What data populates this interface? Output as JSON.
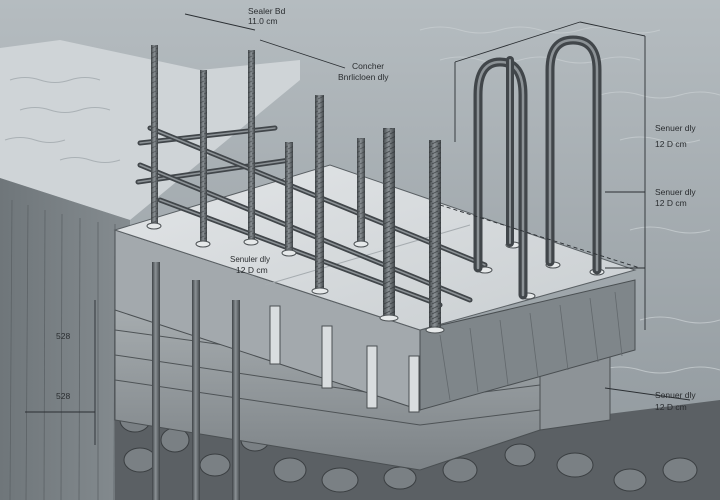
{
  "labels": {
    "top_label_1": "Sealer Bd",
    "top_label_1_value": "11.0 cm",
    "top_label_2": "Concher",
    "top_label_2_value": "Bnrlicloen dly",
    "right_label_1": "Senuer dly",
    "right_label_1_value": "12 D cm",
    "right_label_2": "Senuer dly",
    "right_label_2_value": "12 D cm",
    "slab_label": "Senuler dly",
    "slab_label_value": "12 D cm",
    "left_dim_1": "528",
    "left_dim_2": "528",
    "bottom_right_label": "Senuer dly",
    "bottom_right_label_value": "12 D cm"
  },
  "colors": {
    "background": "#9aa3a8",
    "concrete_top": "#d7dbdd",
    "concrete_side": "#8f9599",
    "rebar": "#5d6367",
    "rock": "#4e5356"
  }
}
